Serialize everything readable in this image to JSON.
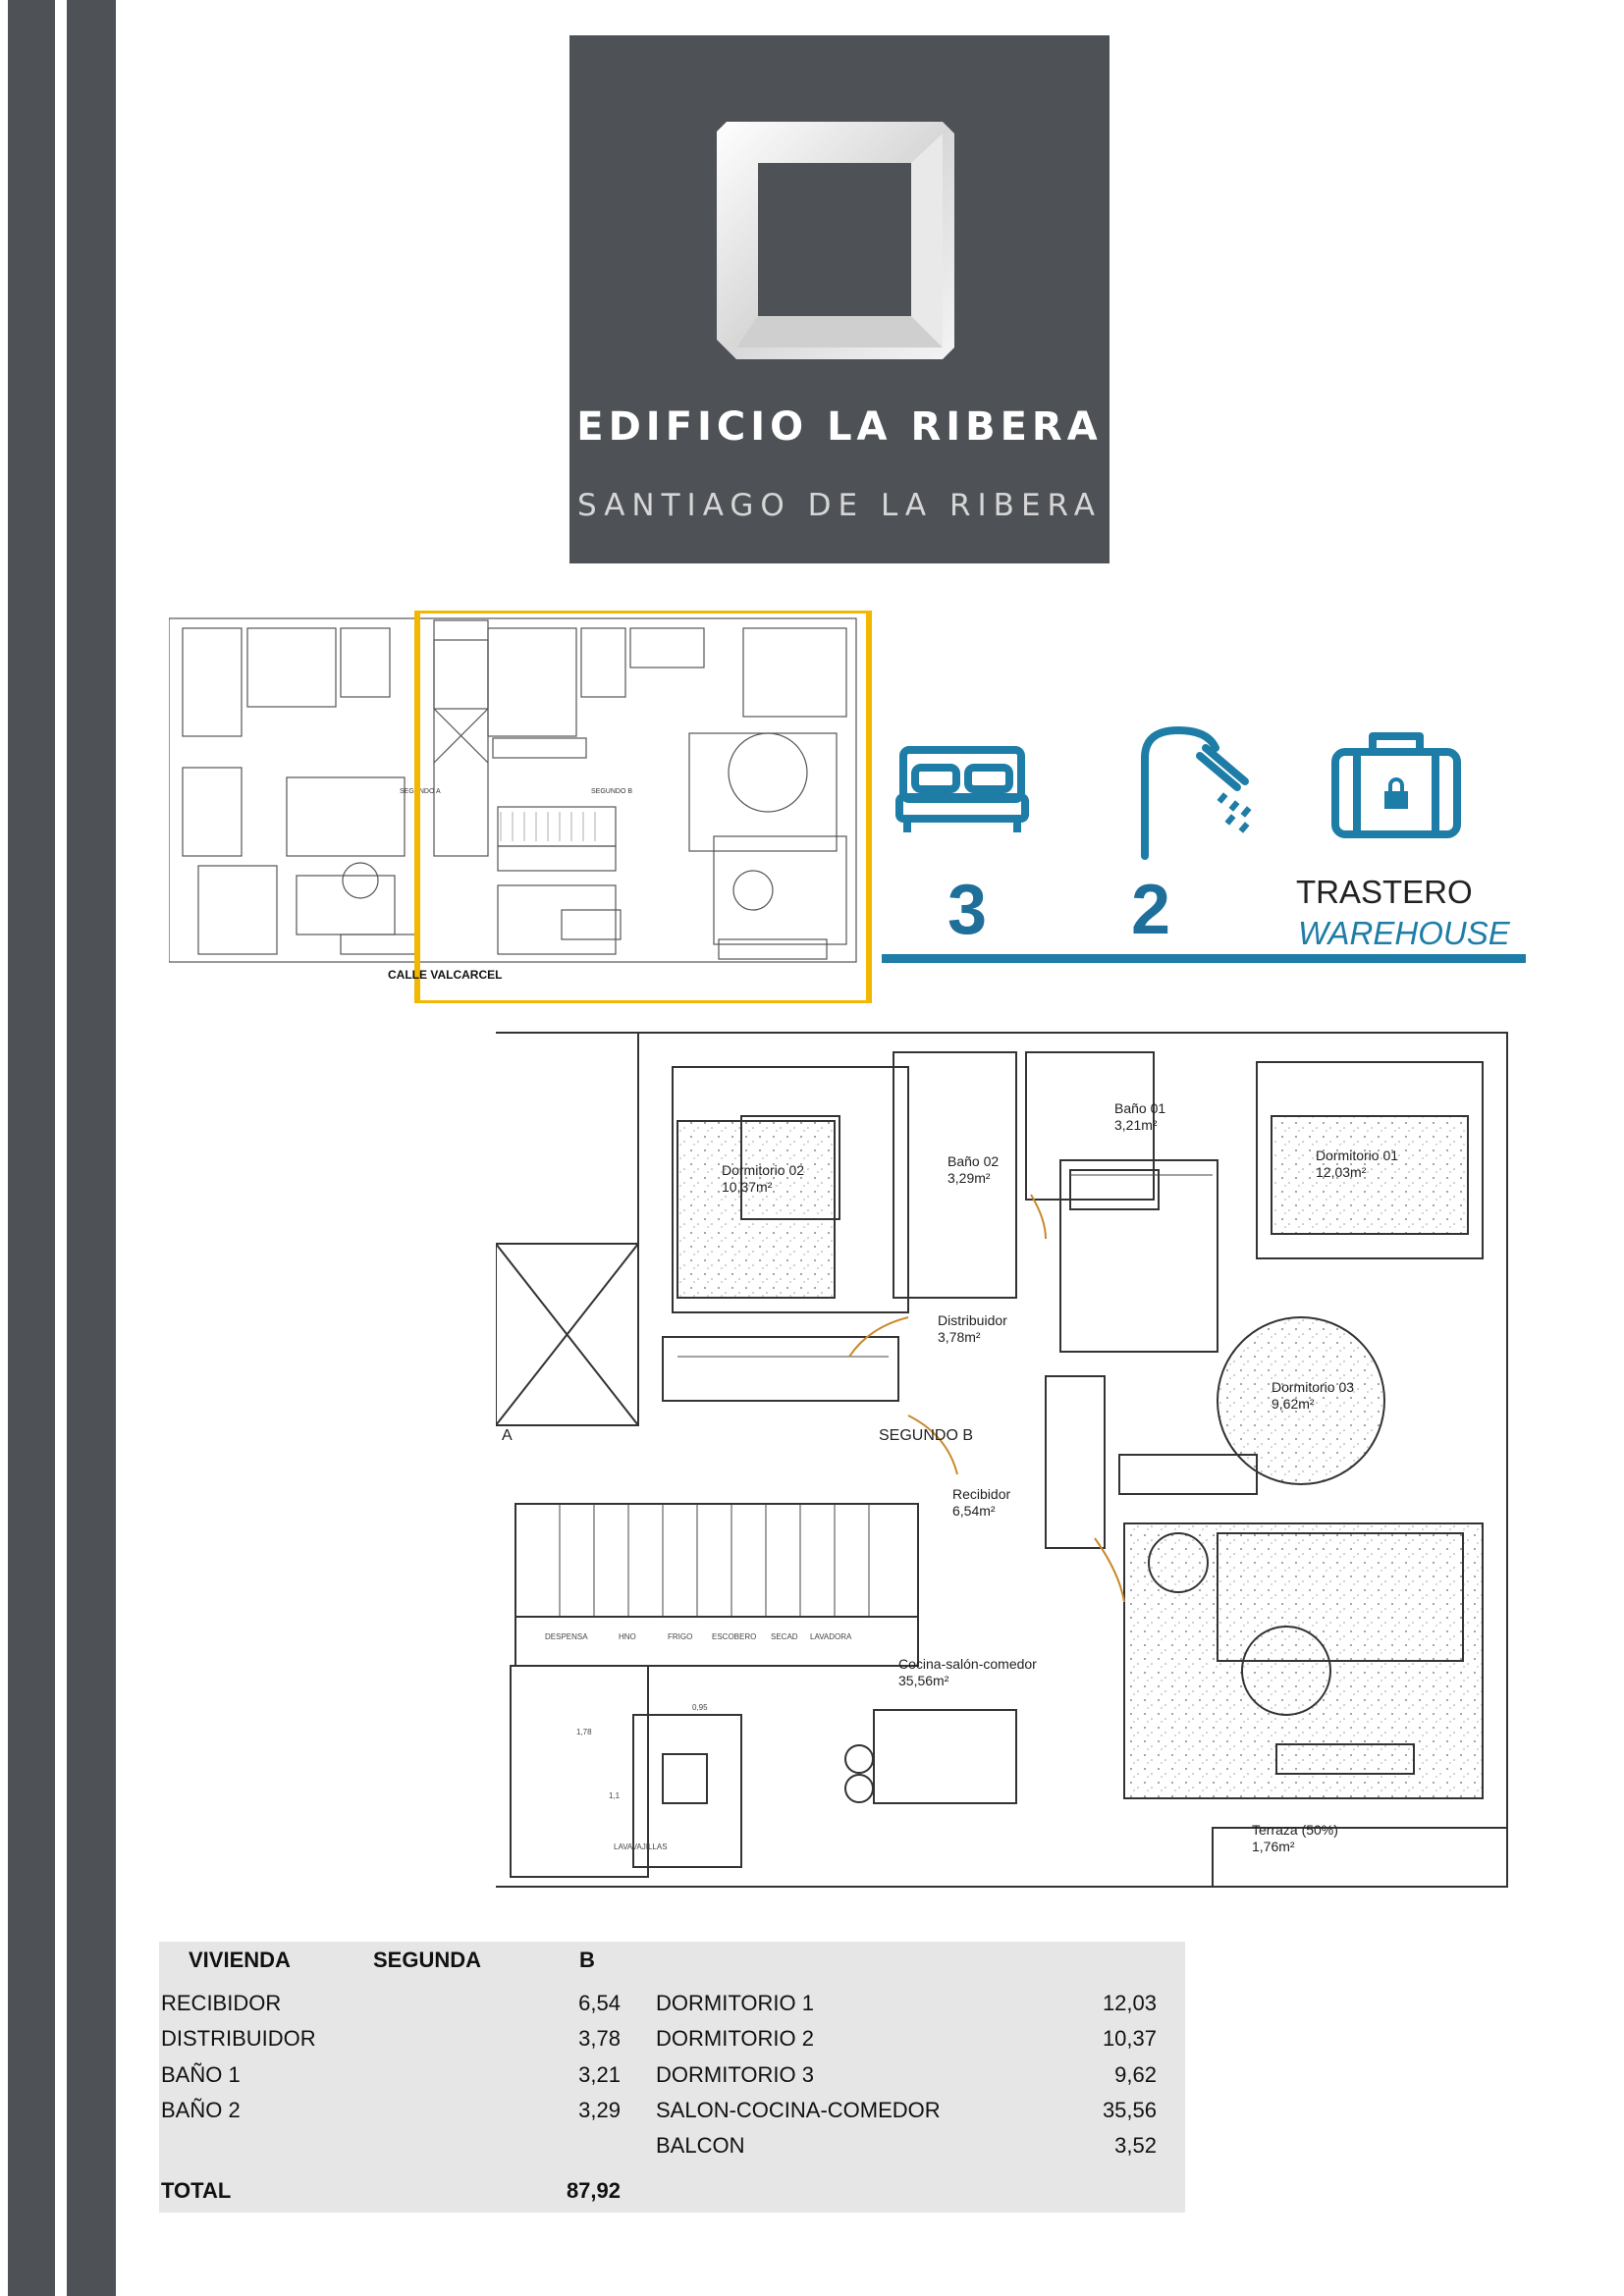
{
  "logo": {
    "title": "EDIFICIO LA RIBERA",
    "subtitle": "SANTIAGO DE LA RIBERA",
    "icon": "square-frame-logo",
    "bg_color": "#4e5156"
  },
  "plan_small": {
    "street": "CALLE VALCARCEL",
    "highlight_color": "#f3b700",
    "labels": {
      "seg_a": "SEGUNDO A",
      "seg_b": "SEGUNDO B"
    }
  },
  "features": {
    "bedrooms": "3",
    "bathrooms": "2",
    "storage": "TRASTERO",
    "storage_en": "WAREHOUSE",
    "accent_color": "#1e7da6"
  },
  "plan_large": {
    "rooms": [
      {
        "name": "Dormitorio 02",
        "area": "10,37m²"
      },
      {
        "name": "Baño 02",
        "area": "3,29m²"
      },
      {
        "name": "Baño 01",
        "area": "3,21m²"
      },
      {
        "name": "Dormitorio 01",
        "area": "12,03m²"
      },
      {
        "name": "Distribuidor",
        "area": "3,78m²"
      },
      {
        "name": "Dormitorio 03",
        "area": "9,62m²"
      },
      {
        "name": "Recibidor",
        "area": "6,54m²"
      },
      {
        "name": "Cocina-salón-comedor",
        "area": "35,56m²"
      },
      {
        "name": "Terraza (50%)",
        "area": "1,76m²"
      }
    ],
    "unit_label": "SEGUNDO B",
    "neighbor_label": "A",
    "kitchen_items": [
      "DESPENSA",
      "HNO",
      "FRIGO",
      "ESCOBERO",
      "SECAD",
      "LAVADORA"
    ],
    "dims": {
      "d1": "0,95",
      "d2": "1,78",
      "d3": "1,1"
    },
    "dishwasher": "LAVAVAJILLAS"
  },
  "table": {
    "header": {
      "c1": "VIVIENDA",
      "c2": "SEGUNDA",
      "c3": "B"
    },
    "left": [
      {
        "label": "RECIBIDOR",
        "value": "6,54"
      },
      {
        "label": "DISTRIBUIDOR",
        "value": "3,78"
      },
      {
        "label": "BAÑO 1",
        "value": "3,21"
      },
      {
        "label": "BAÑO 2",
        "value": "3,29"
      }
    ],
    "right": [
      {
        "label": "DORMITORIO 1",
        "value": "12,03"
      },
      {
        "label": "DORMITORIO 2",
        "value": "10,37"
      },
      {
        "label": "DORMITORIO 3",
        "value": "9,62"
      },
      {
        "label": "SALON-COCINA-COMEDOR",
        "value": "35,56"
      },
      {
        "label": "BALCON",
        "value": "3,52"
      }
    ],
    "total_label": "TOTAL",
    "total_value": "87,92"
  }
}
